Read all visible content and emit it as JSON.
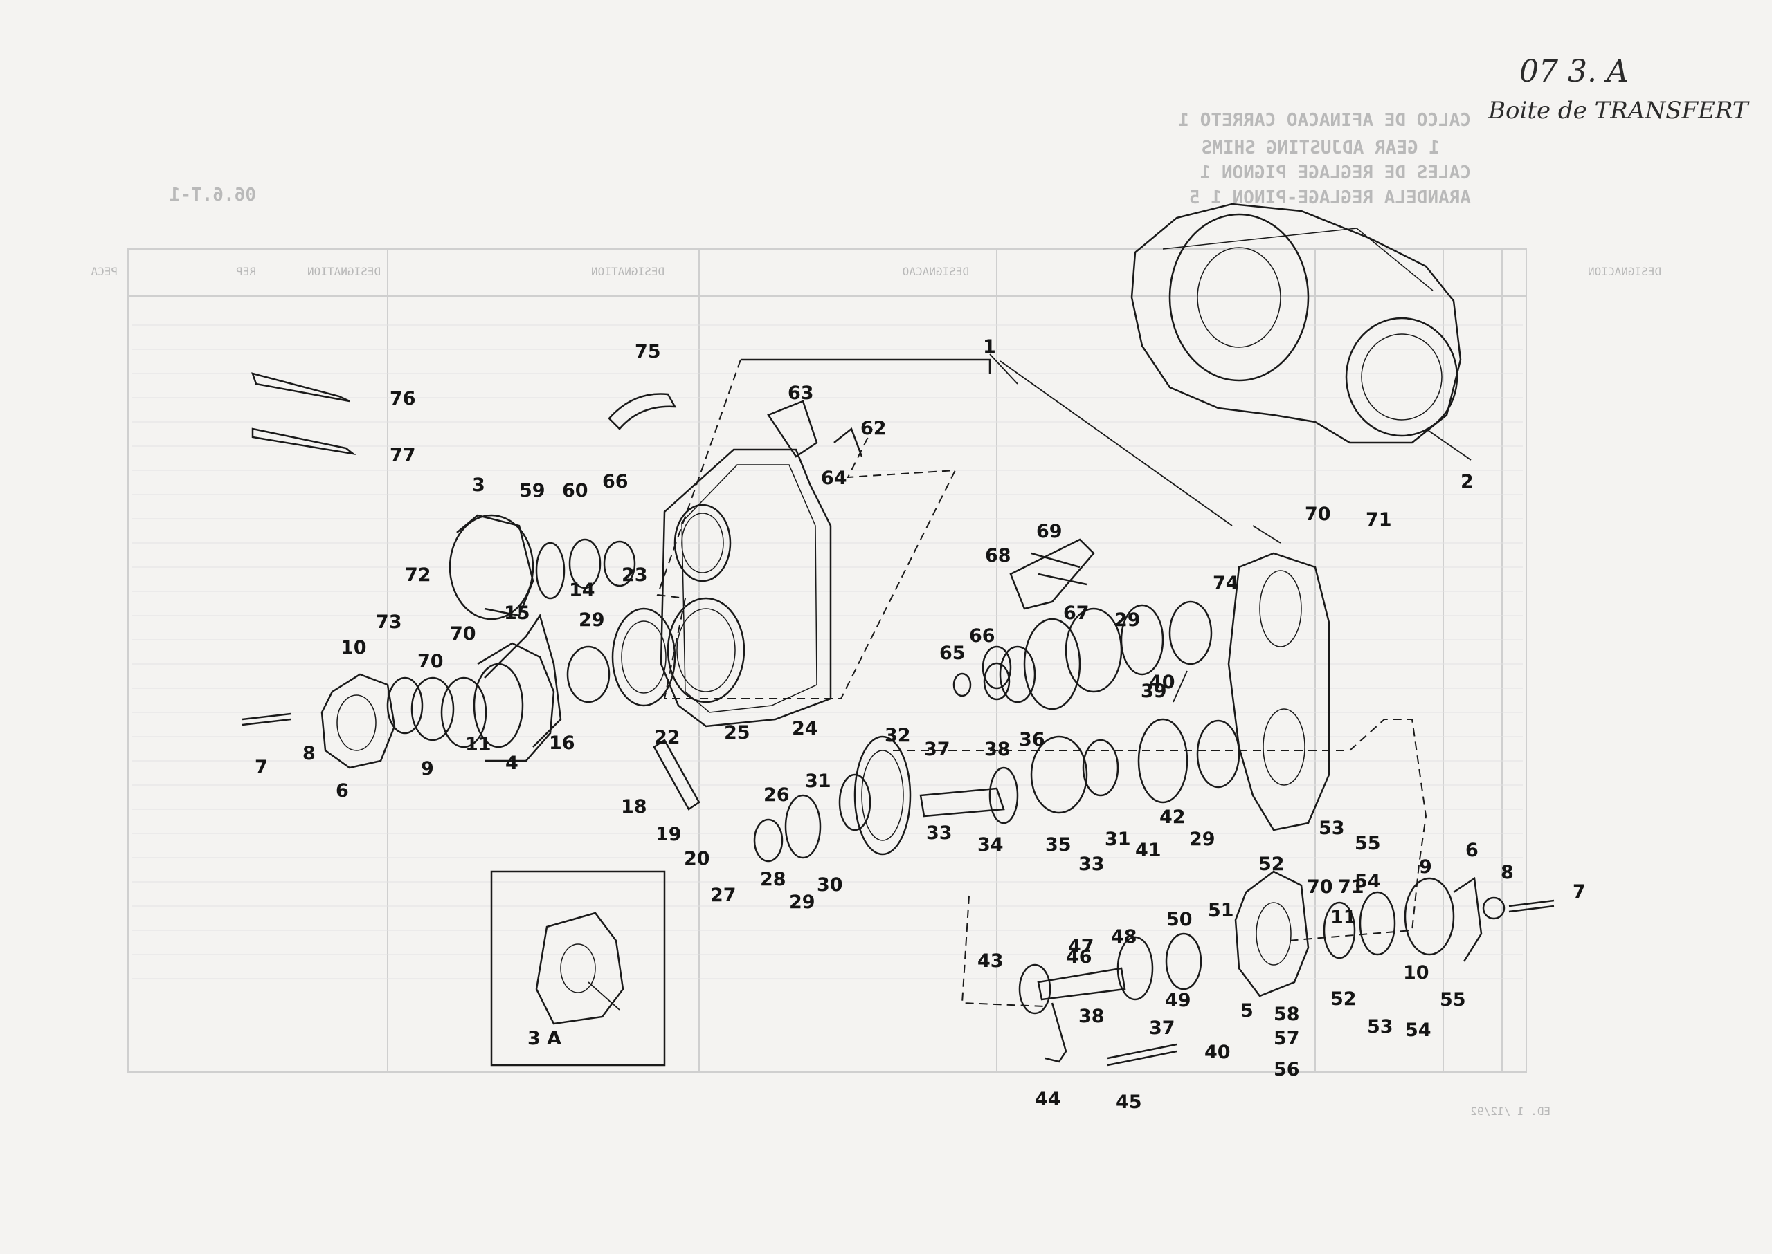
{
  "handwritten": {
    "code": "07 3. A",
    "title": "Boite de TRANSFERT"
  },
  "bleed_through": {
    "page_ref": "06.6.T-1",
    "heading_lines": [
      "CALCO DE AFINACAO CARRETO 1",
      "1 GEAR ADJUSTING SHIMS",
      "CALES DE REGLAGE PIGNON 1",
      "ARANDELA REGLAGE-PINON 1 5"
    ],
    "columns": [
      "REP",
      "PECA",
      "DESIGNACAO",
      "DESIGNATION",
      "DESIGNATION",
      "DESIGNACION"
    ],
    "footer": "ED. 1 /12/92"
  },
  "callouts": [
    {
      "id": "cl-1",
      "text": "1"
    },
    {
      "id": "cl-2",
      "text": "2"
    },
    {
      "id": "cl-3",
      "text": "3"
    },
    {
      "id": "cl-3a",
      "text": "3 A"
    },
    {
      "id": "cl-4",
      "text": "4"
    },
    {
      "id": "cl-5",
      "text": "5"
    },
    {
      "id": "cl-6a",
      "text": "6"
    },
    {
      "id": "cl-6b",
      "text": "6"
    },
    {
      "id": "cl-7a",
      "text": "7"
    },
    {
      "id": "cl-7b",
      "text": "7"
    },
    {
      "id": "cl-8a",
      "text": "8"
    },
    {
      "id": "cl-8b",
      "text": "8"
    },
    {
      "id": "cl-9a",
      "text": "9"
    },
    {
      "id": "cl-9b",
      "text": "9"
    },
    {
      "id": "cl-10a",
      "text": "10"
    },
    {
      "id": "cl-10b",
      "text": "10"
    },
    {
      "id": "cl-11a",
      "text": "11"
    },
    {
      "id": "cl-11b",
      "text": "11"
    },
    {
      "id": "cl-14",
      "text": "14"
    },
    {
      "id": "cl-15",
      "text": "15"
    },
    {
      "id": "cl-16",
      "text": "16"
    },
    {
      "id": "cl-18",
      "text": "18"
    },
    {
      "id": "cl-19",
      "text": "19"
    },
    {
      "id": "cl-20",
      "text": "20"
    },
    {
      "id": "cl-22",
      "text": "22"
    },
    {
      "id": "cl-23",
      "text": "23"
    },
    {
      "id": "cl-24",
      "text": "24"
    },
    {
      "id": "cl-25",
      "text": "25"
    },
    {
      "id": "cl-26",
      "text": "26"
    },
    {
      "id": "cl-27",
      "text": "27"
    },
    {
      "id": "cl-28",
      "text": "28"
    },
    {
      "id": "cl-29a",
      "text": "29"
    },
    {
      "id": "cl-29b",
      "text": "29"
    },
    {
      "id": "cl-29c",
      "text": "29"
    },
    {
      "id": "cl-29d",
      "text": "29"
    },
    {
      "id": "cl-30",
      "text": "30"
    },
    {
      "id": "cl-31a",
      "text": "31"
    },
    {
      "id": "cl-31b",
      "text": "31"
    },
    {
      "id": "cl-32",
      "text": "32"
    },
    {
      "id": "cl-33a",
      "text": "33"
    },
    {
      "id": "cl-33b",
      "text": "33"
    },
    {
      "id": "cl-34",
      "text": "34"
    },
    {
      "id": "cl-35",
      "text": "35"
    },
    {
      "id": "cl-36",
      "text": "36"
    },
    {
      "id": "cl-37a",
      "text": "37"
    },
    {
      "id": "cl-37b",
      "text": "37"
    },
    {
      "id": "cl-38a",
      "text": "38"
    },
    {
      "id": "cl-38b",
      "text": "38"
    },
    {
      "id": "cl-39",
      "text": "39"
    },
    {
      "id": "cl-40a",
      "text": "40"
    },
    {
      "id": "cl-40b",
      "text": "40"
    },
    {
      "id": "cl-41",
      "text": "41"
    },
    {
      "id": "cl-42",
      "text": "42"
    },
    {
      "id": "cl-43",
      "text": "43"
    },
    {
      "id": "cl-44",
      "text": "44"
    },
    {
      "id": "cl-45",
      "text": "45"
    },
    {
      "id": "cl-46",
      "text": "46"
    },
    {
      "id": "cl-47",
      "text": "47"
    },
    {
      "id": "cl-48",
      "text": "48"
    },
    {
      "id": "cl-49",
      "text": "49"
    },
    {
      "id": "cl-50",
      "text": "50"
    },
    {
      "id": "cl-51",
      "text": "51"
    },
    {
      "id": "cl-52a",
      "text": "52"
    },
    {
      "id": "cl-52b",
      "text": "52"
    },
    {
      "id": "cl-53a",
      "text": "53"
    },
    {
      "id": "cl-53b",
      "text": "53"
    },
    {
      "id": "cl-54a",
      "text": "54"
    },
    {
      "id": "cl-54b",
      "text": "54"
    },
    {
      "id": "cl-55a",
      "text": "55"
    },
    {
      "id": "cl-55b",
      "text": "55"
    },
    {
      "id": "cl-56",
      "text": "56"
    },
    {
      "id": "cl-57",
      "text": "57"
    },
    {
      "id": "cl-58",
      "text": "58"
    },
    {
      "id": "cl-59",
      "text": "59"
    },
    {
      "id": "cl-60",
      "text": "60"
    },
    {
      "id": "cl-62",
      "text": "62"
    },
    {
      "id": "cl-63",
      "text": "63"
    },
    {
      "id": "cl-64",
      "text": "64"
    },
    {
      "id": "cl-65",
      "text": "65"
    },
    {
      "id": "cl-66a",
      "text": "66"
    },
    {
      "id": "cl-66b",
      "text": "66"
    },
    {
      "id": "cl-67",
      "text": "67"
    },
    {
      "id": "cl-68",
      "text": "68"
    },
    {
      "id": "cl-69",
      "text": "69"
    },
    {
      "id": "cl-70a",
      "text": "70"
    },
    {
      "id": "cl-70b",
      "text": "70"
    },
    {
      "id": "cl-70c",
      "text": "70"
    },
    {
      "id": "cl-70d",
      "text": "70"
    },
    {
      "id": "cl-71a",
      "text": "71"
    },
    {
      "id": "cl-71b",
      "text": "71"
    },
    {
      "id": "cl-72",
      "text": "72"
    },
    {
      "id": "cl-73",
      "text": "73"
    },
    {
      "id": "cl-74",
      "text": "74"
    },
    {
      "id": "cl-75",
      "text": "75"
    },
    {
      "id": "cl-76",
      "text": "76"
    },
    {
      "id": "cl-77",
      "text": "77"
    }
  ]
}
